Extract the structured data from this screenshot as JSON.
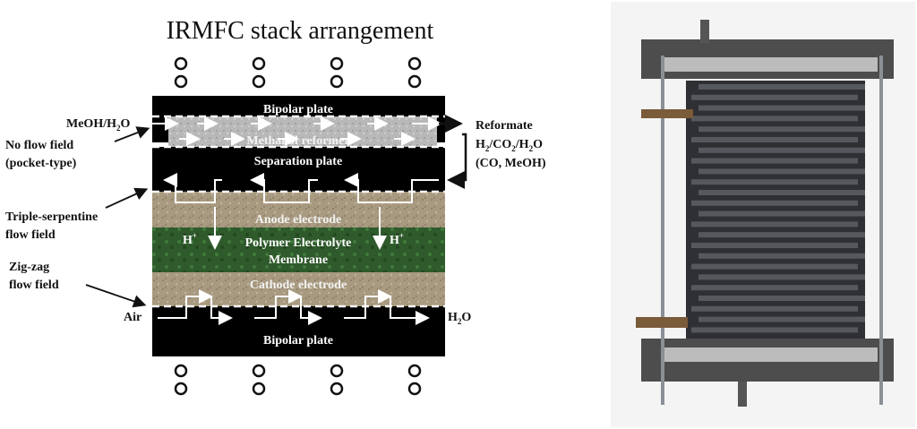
{
  "diagram": {
    "title": "IRMFC stack arrangement",
    "layers": {
      "bipolar_top": "Bipolar plate",
      "reformer": "Methanol reformer",
      "separation": "Separation plate",
      "anode": "Anode electrode",
      "membrane_line1": "Polymer Electrolyte",
      "membrane_line2": "Membrane",
      "cathode": "Cathode electrode",
      "bipolar_bottom": "Bipolar plate"
    },
    "inputs": {
      "meoh": "MeOH/H",
      "meoh_sub": "2",
      "meoh_tail": "O",
      "air": "Air"
    },
    "outputs": {
      "reformate": "Reformate",
      "reformate_l2_a": "H",
      "reformate_l2_s1": "2",
      "reformate_l2_b": "/CO",
      "reformate_l2_s2": "2",
      "reformate_l2_c": "/H",
      "reformate_l2_s3": "2",
      "reformate_l2_d": "O",
      "reformate_l3": "(CO, MeOH)",
      "water": "H",
      "water_sub": "2",
      "water_tail": "O"
    },
    "protons": {
      "left": "H",
      "right": "H",
      "sup": "+"
    },
    "callouts": {
      "no_flow_l1": "No flow field",
      "no_flow_l2": "(pocket-type)",
      "triple_l1": "Triple-serpentine",
      "triple_l2": "flow field",
      "zigzag_l1": "Zig-zag",
      "zigzag_l2": "flow field"
    },
    "colors": {
      "plate": "#000000",
      "reformer": "#b9b9b9",
      "anode": "#a89a80",
      "membrane": "#2f5a2c",
      "cathode": "#a89a80"
    }
  },
  "photo": {
    "subject": "IRMFC stack photograph"
  }
}
